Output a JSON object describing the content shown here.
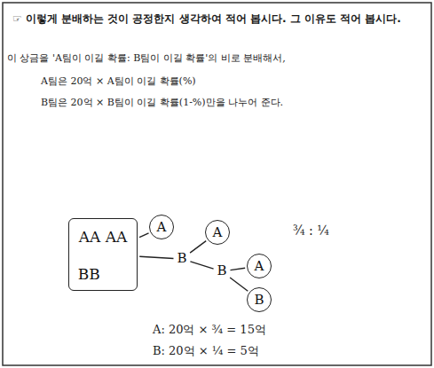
{
  "diagram": {
    "nodes": [
      {
        "text": [
          "AA AA",
          "BB"
        ]
      },
      {
        "text": [
          "A"
        ]
      },
      {
        "text": [
          "B"
        ]
      },
      {
        "text": [
          "A"
        ]
      },
      {
        "text": [
          "B"
        ]
      },
      {
        "text": [
          "A"
        ]
      },
      {
        "text": [
          "B"
        ]
      }
    ],
    "edges": [
      {
        "from": 0,
        "to": 1,
        "arrow": "none"
      },
      {
        "from": 0,
        "to": 2,
        "arrow": "none"
      },
      {
        "from": 2,
        "to": 3,
        "arrow": "none"
      },
      {
        "from": 2,
        "to": 4,
        "arrow": "none"
      },
      {
        "from": 4,
        "to": 5,
        "arrow": "none"
      },
      {
        "from": 4,
        "to": 6,
        "arrow": "none"
      }
    ],
    "labels": [
      "☞ 이렇게 분배하는 것이 공정한지 생각하여 적어 봅시다. 그 이유도 적어 봅시다.",
      "이 상금을 'A팀이 이길 확률: B팀이 이길 확률'의 비로 분배해서,",
      "A팀은 20억 × A팀이 이길 확률(%)",
      "B팀은 20억 × B팀이 이길 확률(1-%)만을 나누어 준다.",
      "¾ : ¼",
      "A: 20억 × ¾ = 15억",
      "B: 20억 × ¼ = 5억"
    ]
  }
}
